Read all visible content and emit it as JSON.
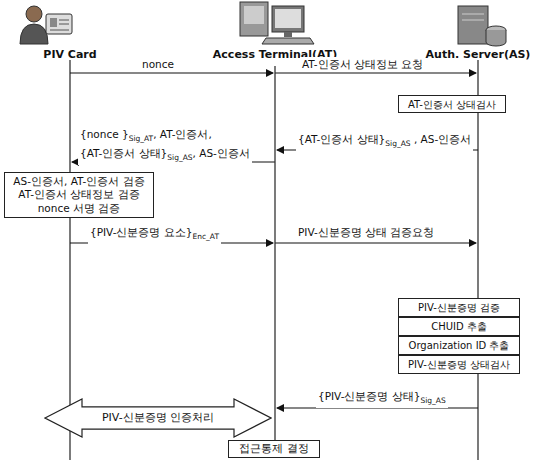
{
  "diagram": {
    "nodes": [
      {
        "text": [
          "PIV Card"
        ]
      },
      {
        "text": [
          "Access Terminal(AT)"
        ]
      },
      {
        "text": [
          "Auth. Server(AS)"
        ]
      },
      {
        "text": [
          "AT-인증서 상태검사"
        ]
      },
      {
        "text": [
          "AS-인증서, AT-인증서 검증 AT-인증서 상태정보 검증 nonce 서명 검증"
        ]
      },
      {
        "text": [
          "PIV-신분증명 검증"
        ]
      },
      {
        "text": [
          "CHUID 추출"
        ]
      },
      {
        "text": [
          "Organization ID 추출"
        ]
      },
      {
        "text": [
          "PIV-신분증명 상태검사"
        ]
      },
      {
        "text": [
          "PIV-신분증명 인증처리"
        ]
      },
      {
        "text": [
          "접근통제 결정"
        ]
      }
    ],
    "edges": [
      {
        "from": 1,
        "to": 10,
        "arrow": "none"
      }
    ],
    "labels": [
      "nonce",
      "AT-인증서 상태정보 요청",
      "{nonce }",
      "Sig_AT",
      ", AT-인증서,",
      "{AT-인증서 상태}",
      "Sig_AS",
      ", AS-인증서",
      "{AT-인증서 상태}",
      "Sig_AS",
      " , AS-인증서",
      "{PIV-신분증명 요소}",
      "Enc_AT",
      "PIV-신분증명 상태 검증요청",
      "{PIV-신분증명 상태}",
      "Sig_AS"
    ]
  }
}
